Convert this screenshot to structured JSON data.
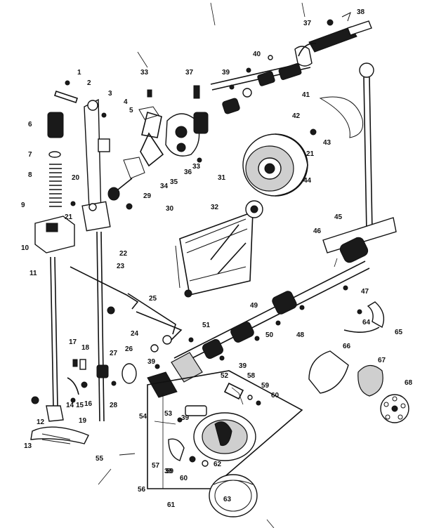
{
  "diagram": {
    "callouts": [
      {
        "id": "c1",
        "text": "1"
      },
      {
        "id": "c2",
        "text": "2"
      },
      {
        "id": "c3",
        "text": "3"
      },
      {
        "id": "c4",
        "text": "4"
      },
      {
        "id": "c5",
        "text": "5"
      },
      {
        "id": "c6",
        "text": "6"
      },
      {
        "id": "c7",
        "text": "7"
      },
      {
        "id": "c8",
        "text": "8"
      },
      {
        "id": "c9",
        "text": "9"
      },
      {
        "id": "c10",
        "text": "10"
      },
      {
        "id": "c11",
        "text": "11"
      },
      {
        "id": "c12",
        "text": "12"
      },
      {
        "id": "c13",
        "text": "13"
      },
      {
        "id": "c14",
        "text": "14"
      },
      {
        "id": "c15",
        "text": "15"
      },
      {
        "id": "c16",
        "text": "16"
      },
      {
        "id": "c17",
        "text": "17"
      },
      {
        "id": "c18",
        "text": "18"
      },
      {
        "id": "c19",
        "text": "19"
      },
      {
        "id": "c20",
        "text": "20"
      },
      {
        "id": "c21a",
        "text": "21"
      },
      {
        "id": "c21b",
        "text": "21"
      },
      {
        "id": "c22",
        "text": "22"
      },
      {
        "id": "c23",
        "text": "23"
      },
      {
        "id": "c24",
        "text": "24"
      },
      {
        "id": "c25",
        "text": "25"
      },
      {
        "id": "c26",
        "text": "26"
      },
      {
        "id": "c27",
        "text": "27"
      },
      {
        "id": "c28",
        "text": "28"
      },
      {
        "id": "c29",
        "text": "29"
      },
      {
        "id": "c30",
        "text": "30"
      },
      {
        "id": "c31",
        "text": "31"
      },
      {
        "id": "c32",
        "text": "32"
      },
      {
        "id": "c33a",
        "text": "33"
      },
      {
        "id": "c33b",
        "text": "33"
      },
      {
        "id": "c34",
        "text": "34"
      },
      {
        "id": "c35",
        "text": "35"
      },
      {
        "id": "c36",
        "text": "36"
      },
      {
        "id": "c37a",
        "text": "37"
      },
      {
        "id": "c37b",
        "text": "37"
      },
      {
        "id": "c38",
        "text": "38"
      },
      {
        "id": "c39a",
        "text": "39"
      },
      {
        "id": "c39b",
        "text": "39"
      },
      {
        "id": "c39c",
        "text": "39"
      },
      {
        "id": "c39d",
        "text": "39"
      },
      {
        "id": "c39e",
        "text": "39"
      },
      {
        "id": "c40",
        "text": "40"
      },
      {
        "id": "c41",
        "text": "41"
      },
      {
        "id": "c42",
        "text": "42"
      },
      {
        "id": "c43",
        "text": "43"
      },
      {
        "id": "c44",
        "text": "44"
      },
      {
        "id": "c45",
        "text": "45"
      },
      {
        "id": "c46",
        "text": "46"
      },
      {
        "id": "c47",
        "text": "47"
      },
      {
        "id": "c48",
        "text": "48"
      },
      {
        "id": "c49",
        "text": "49"
      },
      {
        "id": "c50",
        "text": "50"
      },
      {
        "id": "c51",
        "text": "51"
      },
      {
        "id": "c52",
        "text": "52"
      },
      {
        "id": "c53",
        "text": "53"
      },
      {
        "id": "c54",
        "text": "54"
      },
      {
        "id": "c55",
        "text": "55"
      },
      {
        "id": "c56",
        "text": "56"
      },
      {
        "id": "c57",
        "text": "57"
      },
      {
        "id": "c58",
        "text": "58"
      },
      {
        "id": "c59a",
        "text": "59"
      },
      {
        "id": "c59b",
        "text": "59"
      },
      {
        "id": "c60a",
        "text": "60"
      },
      {
        "id": "c60b",
        "text": "60"
      },
      {
        "id": "c61",
        "text": "61"
      },
      {
        "id": "c62",
        "text": "62"
      },
      {
        "id": "c63",
        "text": "63"
      },
      {
        "id": "c64",
        "text": "64"
      },
      {
        "id": "c65",
        "text": "65"
      },
      {
        "id": "c66",
        "text": "66"
      },
      {
        "id": "c67",
        "text": "67"
      },
      {
        "id": "c68",
        "text": "68"
      }
    ]
  }
}
